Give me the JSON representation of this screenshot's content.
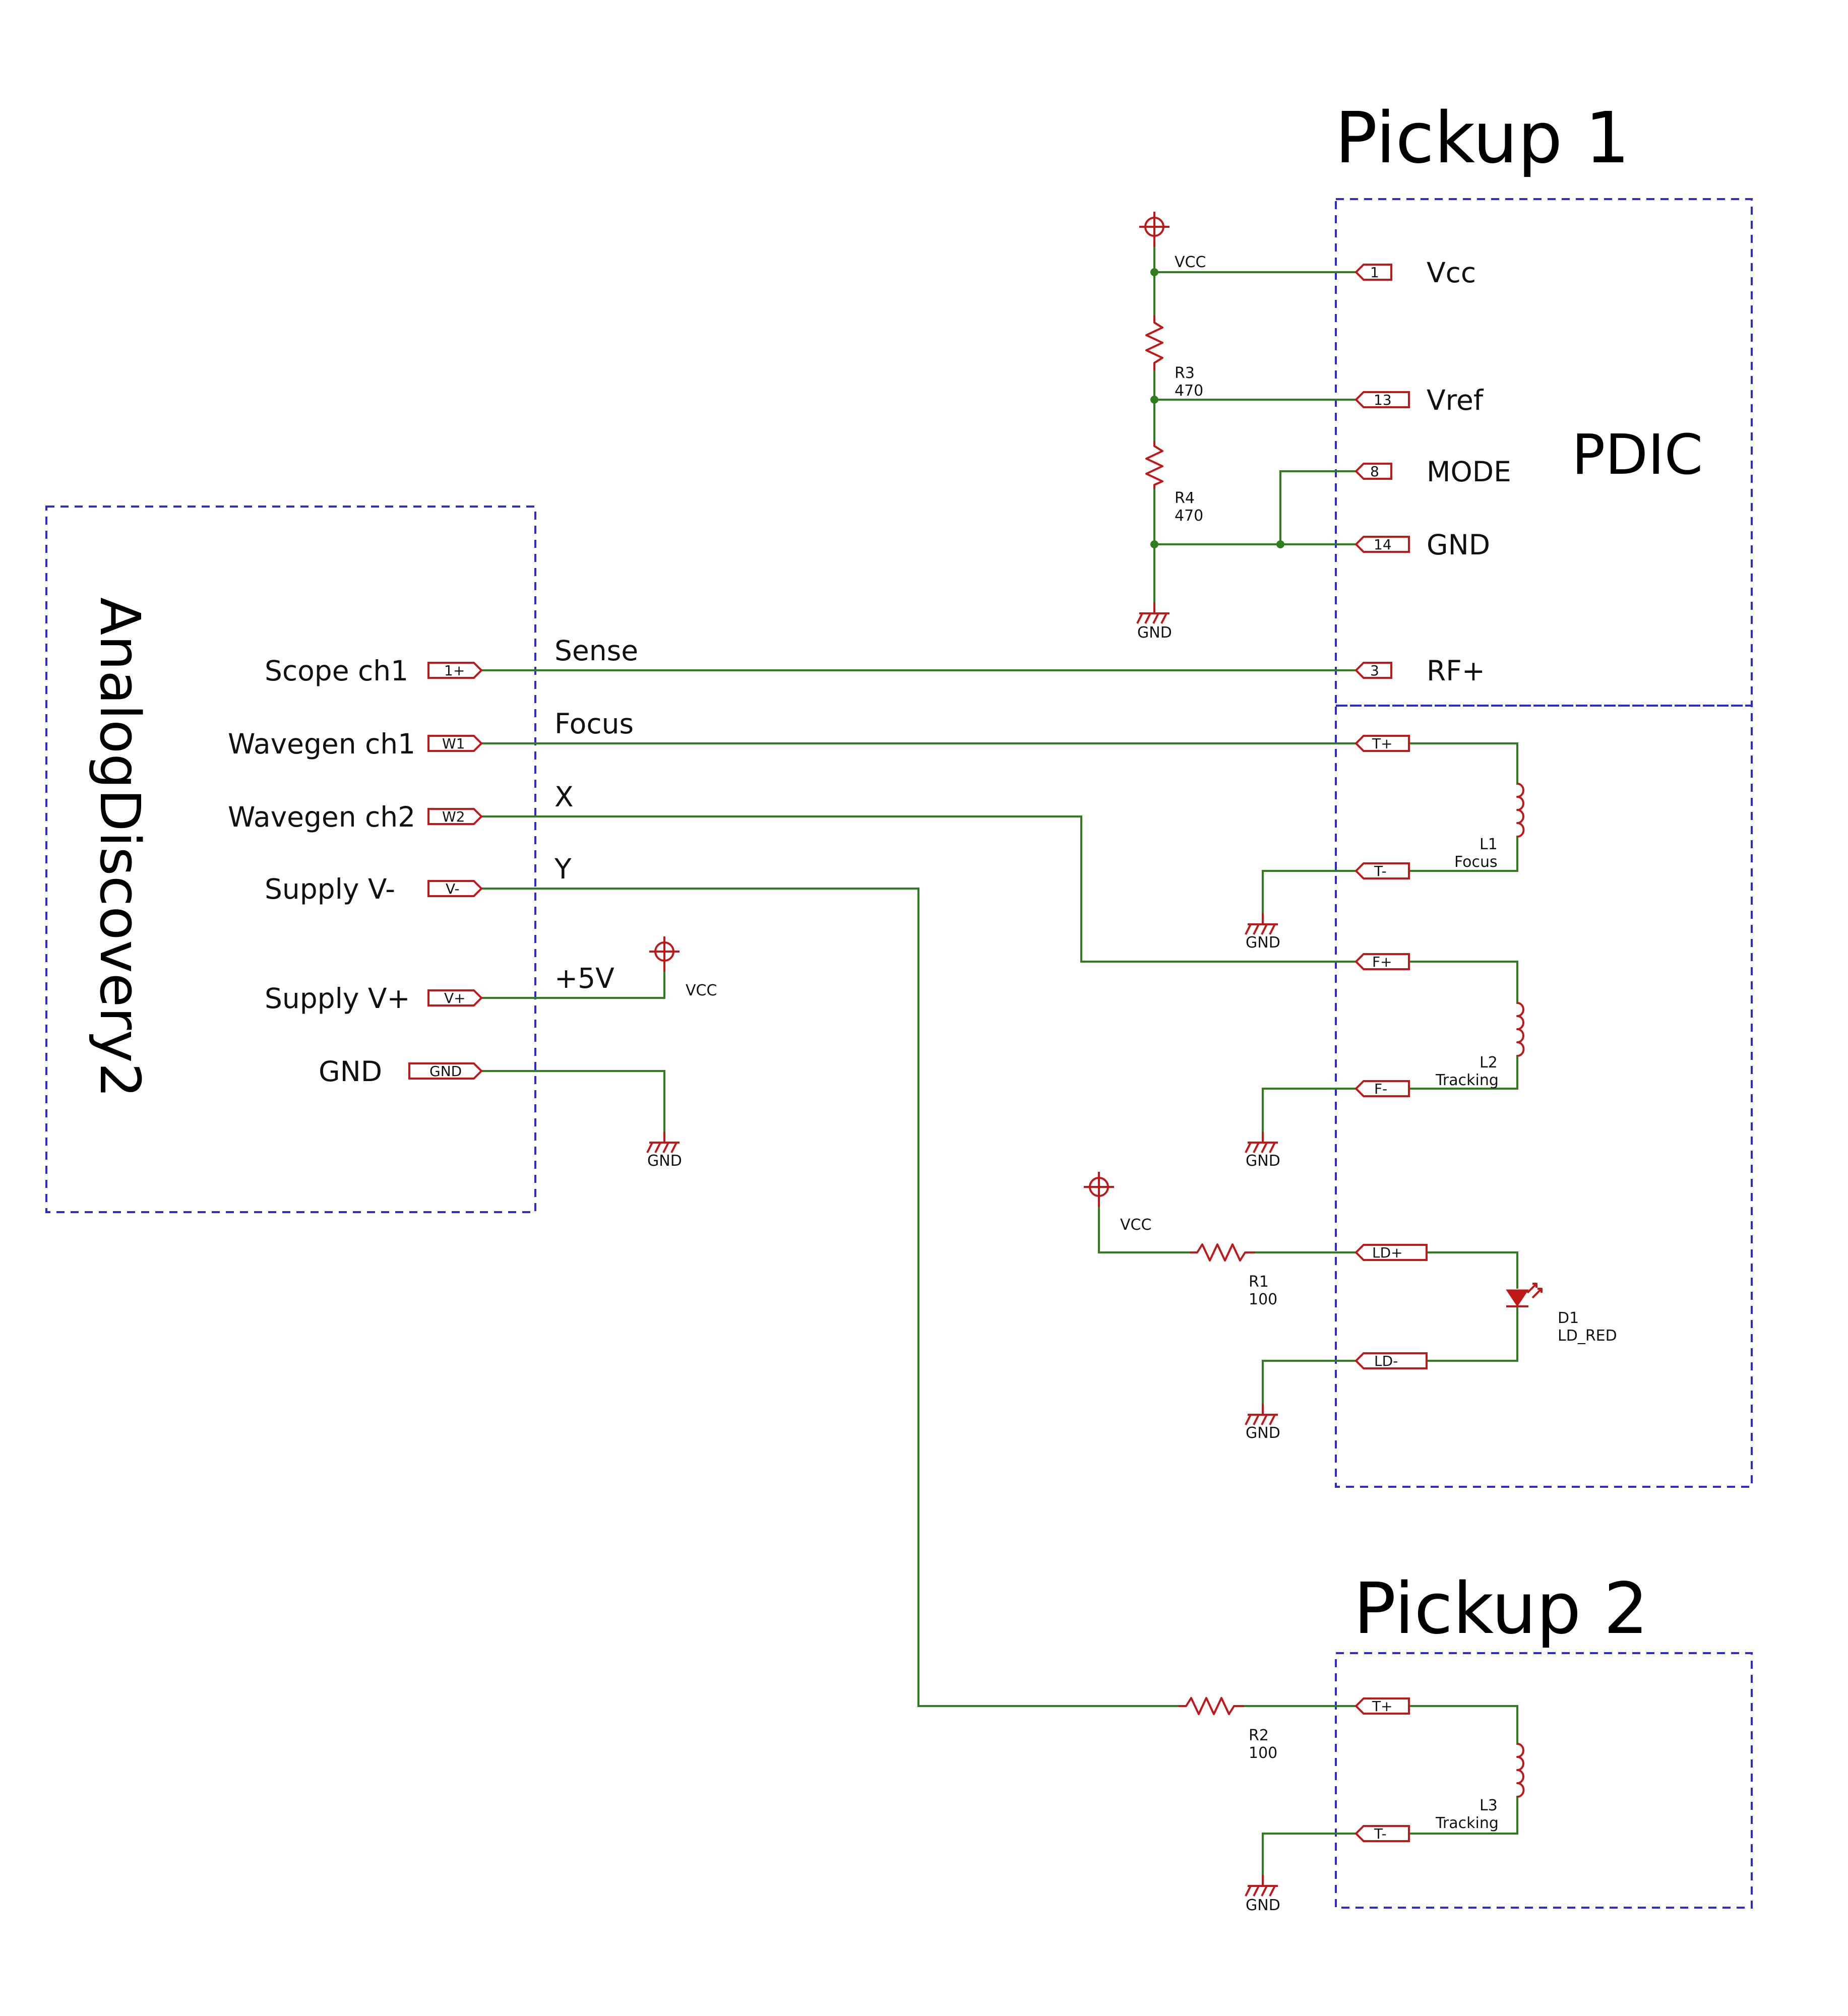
{
  "titles": {
    "pickup1": "Pickup 1",
    "pickup2": "Pickup 2",
    "pdic": "PDIC",
    "analog": "AnalogDiscovery2"
  },
  "analog": {
    "pins": [
      {
        "label": "Scope ch1",
        "port": "1+"
      },
      {
        "label": "Wavegen ch1",
        "port": "W1"
      },
      {
        "label": "Wavegen ch2",
        "port": "W2"
      },
      {
        "label": "Supply V-",
        "port": "V-"
      },
      {
        "label": "Supply V+",
        "port": "V+"
      },
      {
        "label": "GND",
        "port": "GND"
      }
    ]
  },
  "nets": {
    "sense": "Sense",
    "focus": "Focus",
    "x": "X",
    "y": "Y",
    "plus5v": "+5V"
  },
  "pdic": {
    "pins": [
      {
        "num": "1",
        "label": "Vcc"
      },
      {
        "num": "13",
        "label": "Vref"
      },
      {
        "num": "8",
        "label": "MODE"
      },
      {
        "num": "14",
        "label": "GND"
      },
      {
        "num": "3",
        "label": "RF+"
      }
    ]
  },
  "ports": {
    "tplus": "T+",
    "tminus": "T-",
    "fplus": "F+",
    "fminus": "F-",
    "ldplus": "LD+",
    "ldminus": "LD-",
    "p2tplus": "T+",
    "p2tminus": "T-"
  },
  "components": {
    "r3": {
      "ref": "R3",
      "value": "470"
    },
    "r4": {
      "ref": "R4",
      "value": "470"
    },
    "r1": {
      "ref": "R1",
      "value": "100"
    },
    "r2": {
      "ref": "R2",
      "value": "100"
    },
    "l1": {
      "ref": "L1",
      "value": "Focus"
    },
    "l2": {
      "ref": "L2",
      "value": "Tracking"
    },
    "l3": {
      "ref": "L3",
      "value": "Tracking"
    },
    "d1": {
      "ref": "D1",
      "value": "LD_RED"
    }
  },
  "power": {
    "vcc": "VCC",
    "gnd": "GND"
  },
  "colors": {
    "wire": "#2e7d1e",
    "component": "#c01818",
    "group_border": "#2b2bd6"
  }
}
